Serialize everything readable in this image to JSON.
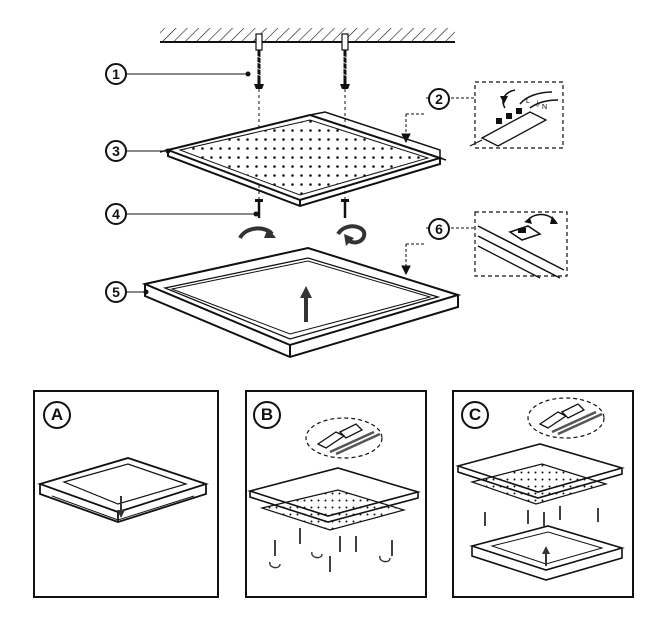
{
  "callouts": [
    {
      "id": "1"
    },
    {
      "id": "2"
    },
    {
      "id": "3"
    },
    {
      "id": "4"
    },
    {
      "id": "5"
    },
    {
      "id": "6"
    }
  ],
  "wiring_labels": {
    "live": "L",
    "earth": "⏚",
    "neutral": "N"
  },
  "panels": [
    {
      "letter": "A"
    },
    {
      "letter": "B"
    },
    {
      "letter": "C"
    }
  ],
  "colors": {
    "line": "#111111",
    "background": "#ffffff",
    "hatch": "#111111"
  }
}
